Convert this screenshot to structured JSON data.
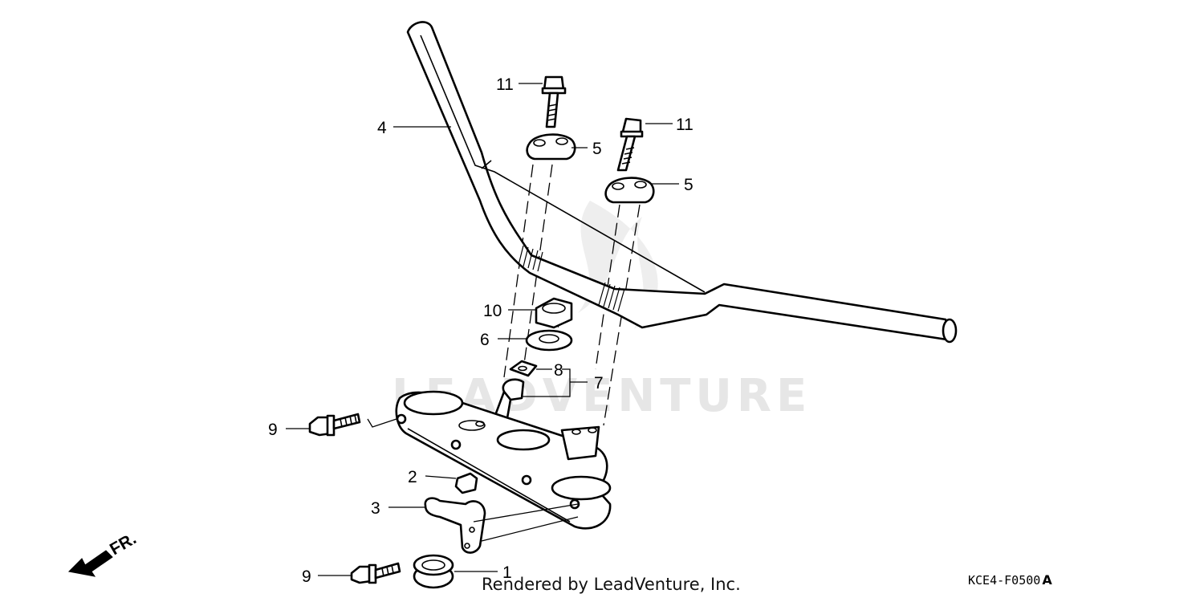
{
  "diagram": {
    "callouts": [
      {
        "id": "c1",
        "num": "1",
        "part": "grommet"
      },
      {
        "id": "c2",
        "num": "2",
        "part": "small-clip"
      },
      {
        "id": "c3",
        "num": "3",
        "part": "cable-guide-bracket"
      },
      {
        "id": "c4",
        "num": "4",
        "part": "handlebar"
      },
      {
        "id": "c5a",
        "num": "5",
        "part": "upper-holder"
      },
      {
        "id": "c5b",
        "num": "5",
        "part": "upper-holder"
      },
      {
        "id": "c6",
        "num": "6",
        "part": "washer"
      },
      {
        "id": "c7",
        "num": "7",
        "part": "lower-holder-set"
      },
      {
        "id": "c8",
        "num": "8",
        "part": "lock-plate"
      },
      {
        "id": "c9a",
        "num": "9",
        "part": "flange-bolt"
      },
      {
        "id": "c9b",
        "num": "9",
        "part": "flange-bolt"
      },
      {
        "id": "c10",
        "num": "10",
        "part": "nut"
      },
      {
        "id": "c11a",
        "num": "11",
        "part": "holder-bolt"
      },
      {
        "id": "c11b",
        "num": "11",
        "part": "holder-bolt"
      }
    ],
    "front_label": "FR.",
    "watermark": "LEADVENTURE",
    "credit": "Rendered by LeadVenture, Inc.",
    "diagram_code": "KCE4-F0500",
    "revision": "A"
  }
}
